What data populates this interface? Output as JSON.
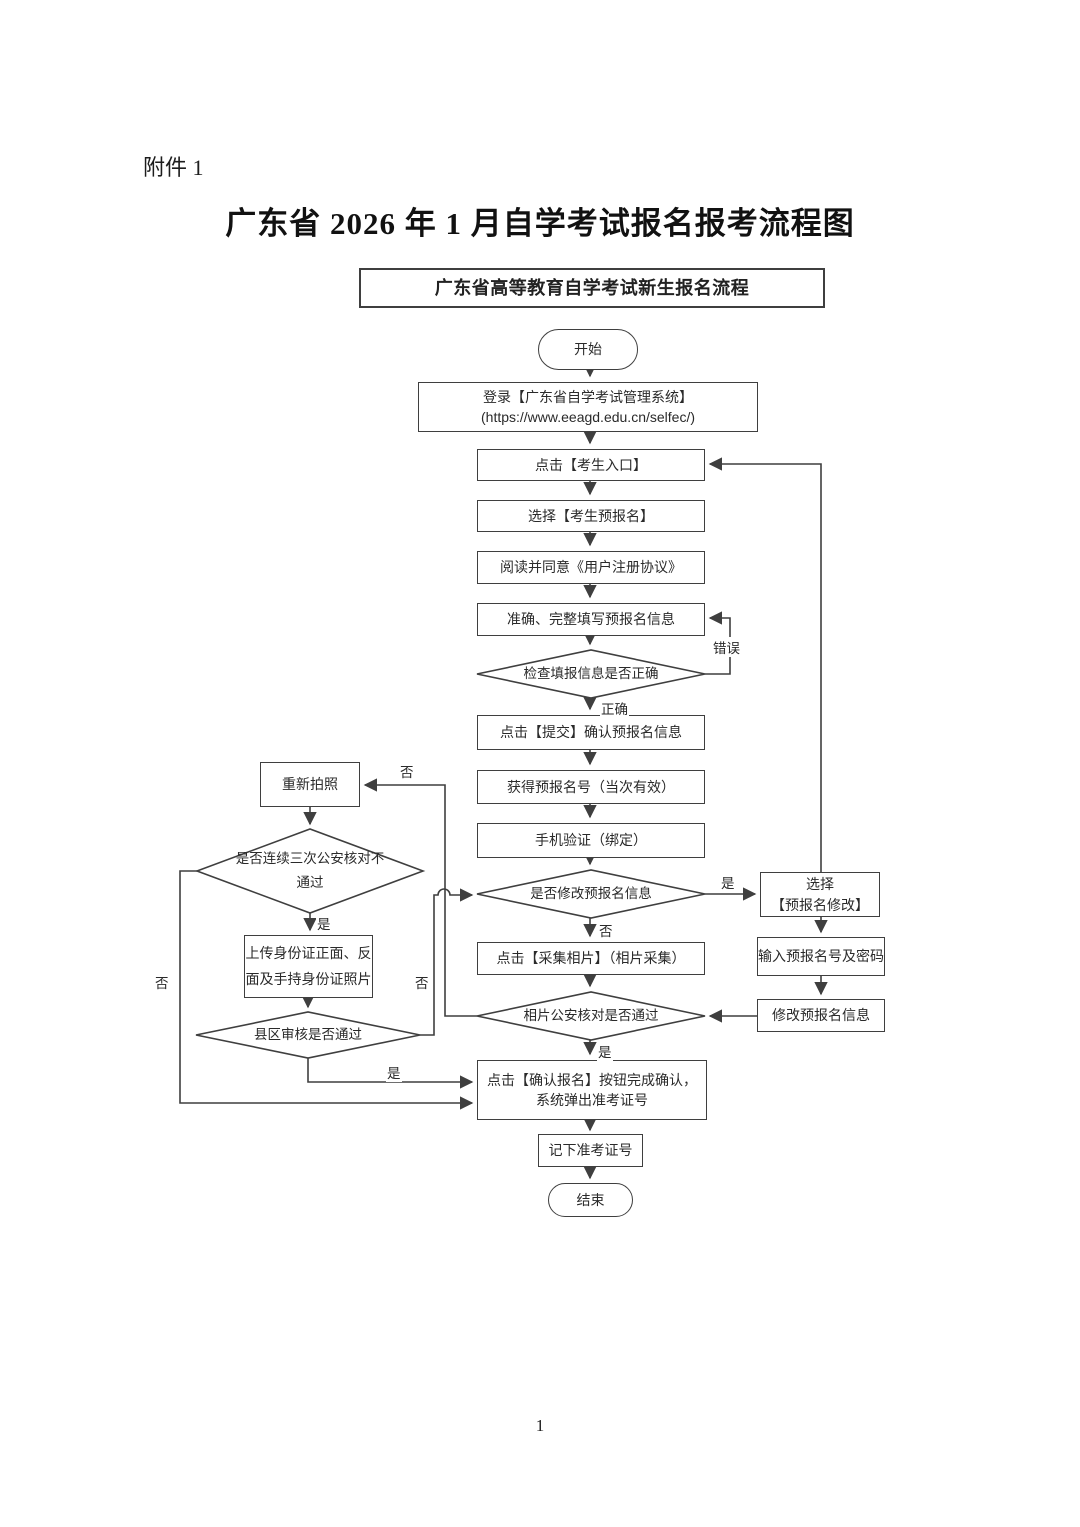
{
  "doc": {
    "attachment": "附件 1",
    "title": "广东省 2026 年 1 月自学考试报名报考流程图",
    "page_number": "1"
  },
  "colors": {
    "ink": "#3f3f3f",
    "text": "#2a2a2a"
  },
  "flow": {
    "header": "广东省高等教育自学考试新生报名流程",
    "nodes": {
      "start": {
        "label": "开始"
      },
      "login": {
        "line1": "登录【广东省自学考试管理系统】",
        "line2": "(https://www.eeagd.edu.cn/selfec/)"
      },
      "entry": {
        "label": "点击【考生入口】"
      },
      "preregister": {
        "label": "选择【考生预报名】"
      },
      "agreement": {
        "label": "阅读并同意《用户注册协议》"
      },
      "fill_info": {
        "label": "准确、完整填写预报名信息"
      },
      "check_info": {
        "label": "检查填报信息是否正确"
      },
      "submit": {
        "label": "点击【提交】确认预报名信息"
      },
      "get_number": {
        "label": "获得预报名号（当次有效）"
      },
      "phone_verify": {
        "label": "手机验证（绑定）"
      },
      "modify_decision": {
        "label": "是否修改预报名信息"
      },
      "collect_photo": {
        "label": "点击【采集相片】（相片采集）"
      },
      "photo_check": {
        "label": "相片公安核对是否通过"
      },
      "confirm": {
        "line1": "点击【确认报名】按钮完成确认，",
        "line2": "系统弹出准考证号"
      },
      "note_number": {
        "label": "记下准考证号"
      },
      "end": {
        "label": "结束"
      },
      "retake_photo": {
        "label": "重新拍照"
      },
      "three_check": {
        "line1": "是否连续三次公安核对不",
        "line2": "通过"
      },
      "upload_id": {
        "line1": "上传身份证正面、反",
        "line2": "面及手持身份证照片"
      },
      "county_review": {
        "label": "县区审核是否通过"
      },
      "select_modify": {
        "line1": "选择",
        "line2": "【预报名修改】"
      },
      "input_number": {
        "label": "输入预报名号及密码"
      },
      "modify_info": {
        "label": "修改预报名信息"
      }
    },
    "edge_labels": {
      "error": "错误",
      "correct": "正确",
      "modify_yes": "是",
      "modify_no": "否",
      "photo_yes": "是",
      "photo_no": "否",
      "three_yes": "是",
      "three_no": "否",
      "county_yes": "是",
      "county_no": "否"
    }
  }
}
